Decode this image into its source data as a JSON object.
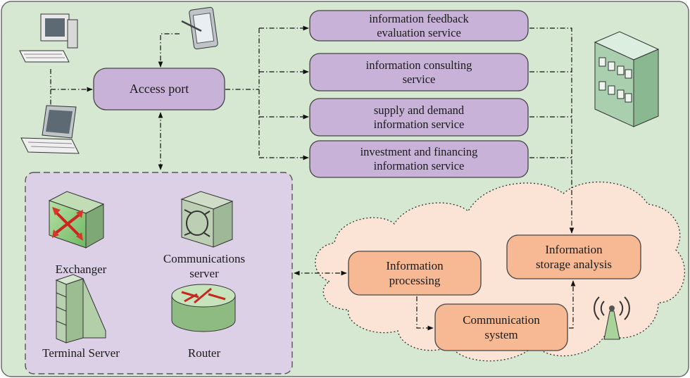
{
  "colors": {
    "background": "#d6e8d2",
    "service_box": "#c8b2d8",
    "device_panel": "#dcd0e6",
    "cloud_box": "#f7b994",
    "cloud_fill": "#fbe3d6"
  },
  "access_port": {
    "label": "Access port"
  },
  "services": [
    {
      "label": "information feedback\nevaluation service"
    },
    {
      "label": "information consulting\nservice"
    },
    {
      "label": "supply and demand\ninformation service"
    },
    {
      "label": "investment and financing\ninformation service"
    }
  ],
  "devices": [
    {
      "label": "Exchanger",
      "icon": "exchanger-icon"
    },
    {
      "label": "Communications\nserver",
      "icon": "server-icon"
    },
    {
      "label": "Terminal Server",
      "icon": "terminal-server-icon"
    },
    {
      "label": "Router",
      "icon": "router-icon"
    }
  ],
  "cloud": {
    "processing": "Information\nprocessing",
    "storage": "Information\nstorage analysis",
    "communication": "Communication\nsystem"
  },
  "clients": [
    "desktop-computer-icon",
    "tablet-icon",
    "laptop-icon"
  ],
  "building_icon": "building-icon",
  "antenna_icon": "antenna-icon"
}
